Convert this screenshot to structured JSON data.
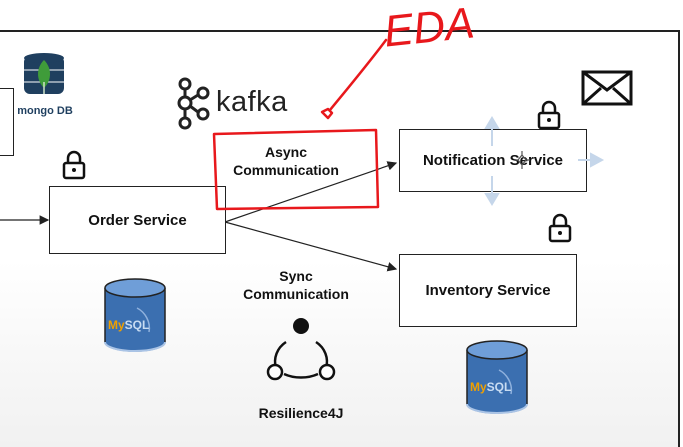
{
  "annotation": {
    "text": "EDA"
  },
  "logos": {
    "mongo": "mongo DB",
    "kafka": "kafka",
    "mysql_prefix": "My",
    "mysql_suffix": "SQL"
  },
  "services": {
    "order": "Order Service",
    "notification": "Notification Service",
    "inventory": "Inventory Service"
  },
  "labels": {
    "async_line1": "Async",
    "async_line2": "Communication",
    "sync_line1": "Sync",
    "sync_line2": "Communication",
    "resilience": "Resilience4J"
  },
  "icons": [
    "lock-icon",
    "mail-icon",
    "mongodb-icon",
    "kafka-icon",
    "mysql-icon",
    "resilience-icon",
    "move-cursor-icon"
  ],
  "colors": {
    "annotation": "#e8181c",
    "mongo_green": "#3f9c3a",
    "mongo_dark": "#1f3f5f",
    "db_blue": "#3b6fb0",
    "db_top": "#6f9ed8"
  }
}
